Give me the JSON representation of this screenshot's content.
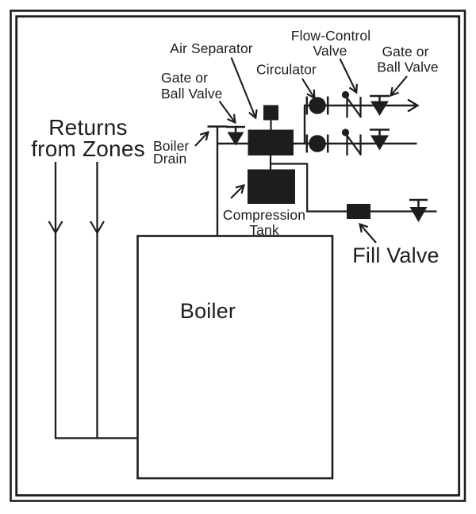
{
  "diagram": {
    "type": "hydronic-boiler-piping-schematic",
    "labels": {
      "returns_from_zones": {
        "line1": "Returns",
        "line2": "from Zones"
      },
      "boiler_drain": {
        "line1": "Boiler",
        "line2": "Drain"
      },
      "gate_or_ball_valve_left": {
        "line1": "Gate or",
        "line2": "Ball Valve"
      },
      "air_separator": "Air Separator",
      "circulator": "Circulator",
      "flow_control_valve": {
        "line1": "Flow-Control",
        "line2": "Valve"
      },
      "gate_or_ball_valve_right": {
        "line1": "Gate or",
        "line2": "Ball Valve"
      },
      "compression_tank": {
        "line1": "Compression",
        "line2": "Tank"
      },
      "fill_valve": "Fill Valve",
      "boiler": "Boiler"
    },
    "colors": {
      "ink": "#1d1d1d",
      "background": "#ffffff"
    }
  }
}
